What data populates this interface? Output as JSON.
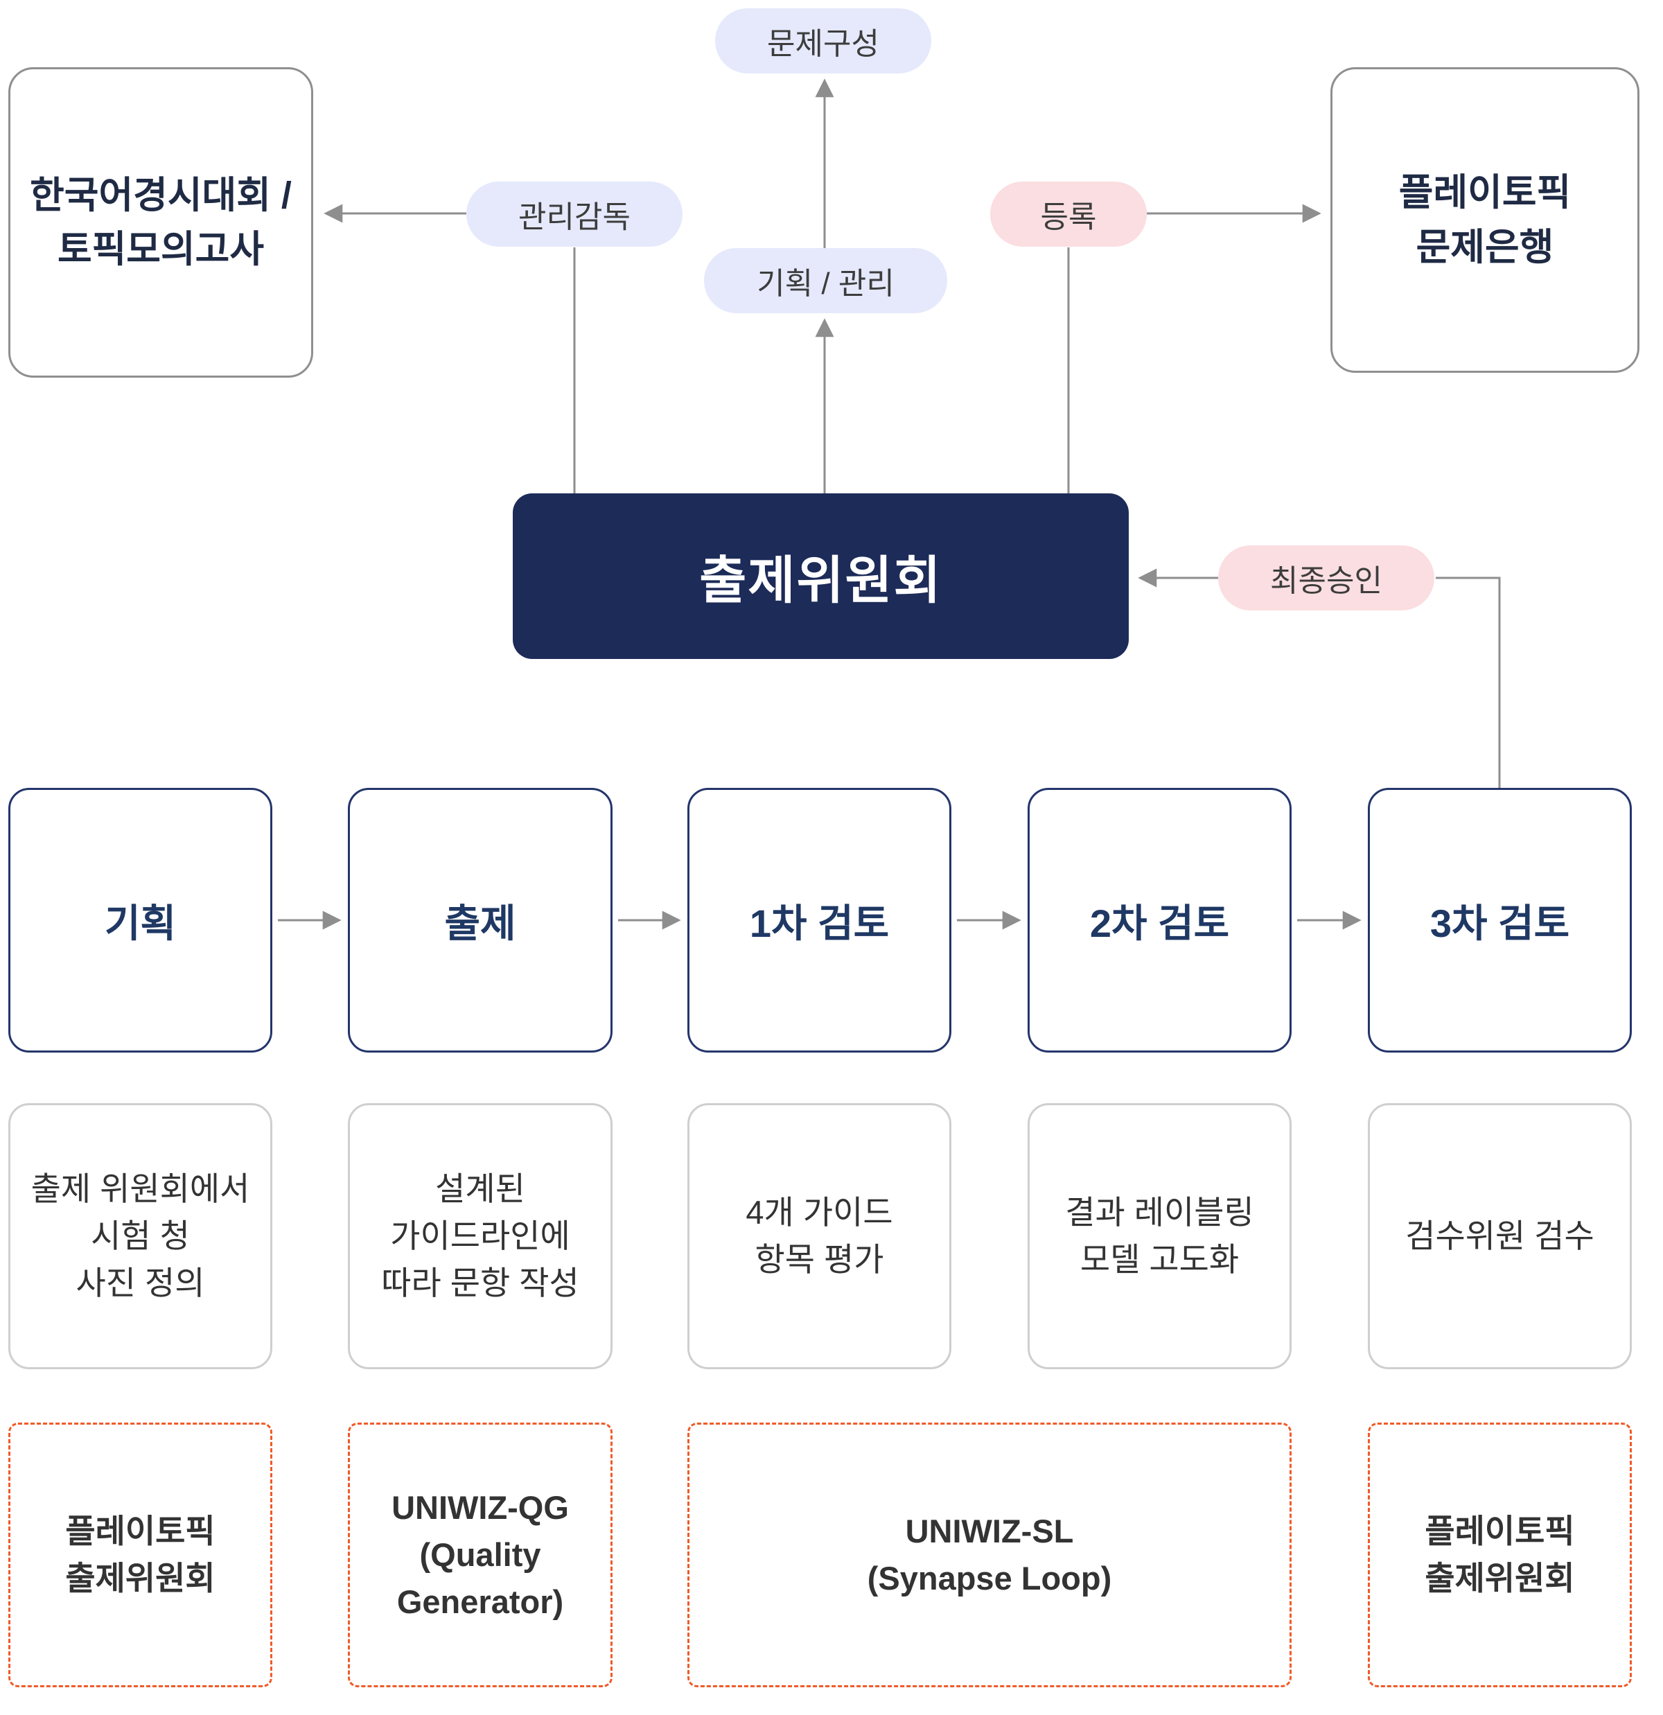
{
  "colors": {
    "navy_fill": "#1C2B58",
    "navy_border": "#24356B",
    "lavender_pill": "#E5E9FB",
    "pink_pill": "#FBDEE1",
    "top_box_border": "#8F8F8F",
    "desc_border": "#CFCFCF",
    "dashed_border": "#F05A28",
    "line_gray": "#8E8E8E"
  },
  "top": {
    "left_box": "한국어경시대회 /\n토픽모의고사",
    "right_box": "플레이토픽\n문제은행",
    "pill_composition": "문제구성",
    "pill_supervision": "관리감독",
    "pill_planning": "기획 / 관리",
    "pill_register": "등록",
    "pill_final_approval": "최종승인",
    "committee": "출제위원회"
  },
  "flow": {
    "steps": [
      {
        "label": "기획",
        "desc": "출제 위원회에서\n시험 청\n사진 정의"
      },
      {
        "label": "출제",
        "desc": "설계된\n가이드라인에\n따라 문항 작성"
      },
      {
        "label": "1차 검토",
        "desc": "4개 가이드\n항목 평가"
      },
      {
        "label": "2차 검토",
        "desc": "결과 레이블링\n모델 고도화"
      },
      {
        "label": "3차 검토",
        "desc": "검수위원 검수"
      }
    ],
    "tools": [
      {
        "label": "플레이토픽\n출제위원회"
      },
      {
        "label": "UNIWIZ-QG\n(Quality\nGenerator)"
      },
      {
        "label": "UNIWIZ-SL\n(Synapse Loop)"
      },
      {
        "label": "플레이토픽\n출제위원회"
      }
    ]
  }
}
